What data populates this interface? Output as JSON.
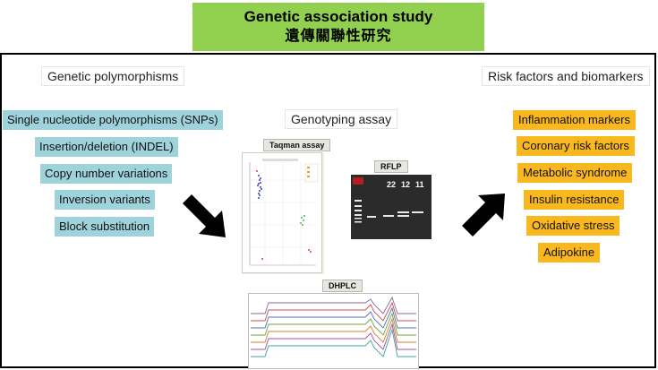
{
  "title": {
    "en": "Genetic association study",
    "zh": "遺傳關聯性研究"
  },
  "headers": {
    "left": "Genetic polymorphisms",
    "middle": "Genotyping assay",
    "right": "Risk factors and biomarkers"
  },
  "polymorphisms": [
    "Single nucleotide polymorphisms (SNPs)",
    "Insertion/deletion (INDEL)",
    "Copy  number variations",
    "Inversion variants",
    "Block substitution"
  ],
  "biomarkers": [
    "Inflammation markers",
    "Coronary risk factors",
    "Metabolic syndrome",
    "Insulin resistance",
    "Oxidative stress",
    "Adipokine"
  ],
  "assays": {
    "taqman": "Taqman assay",
    "rflp": "RFLP",
    "dhplc": "DHPLC",
    "rflp_lanes": [
      "22",
      "12",
      "11"
    ]
  },
  "colors": {
    "title_bg": "#92d050",
    "poly_bg": "#9fd3dc",
    "biomarker_bg": "#f9b81d",
    "arrow": "#000000"
  }
}
